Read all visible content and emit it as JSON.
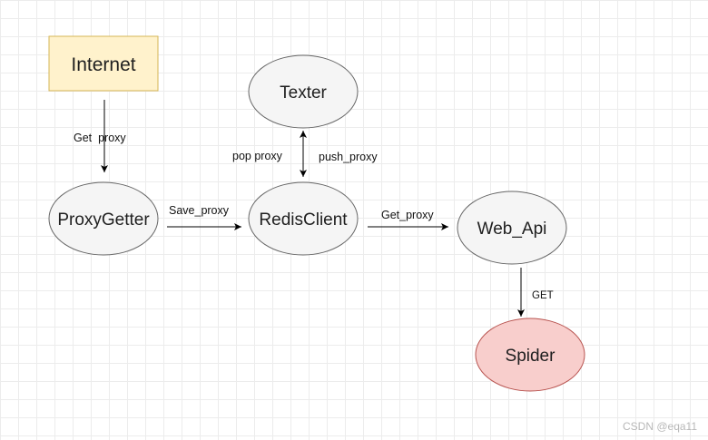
{
  "nodes": {
    "internet": "Internet",
    "texter": "Texter",
    "proxy_getter": "ProxyGetter",
    "redis_client": "RedisClient",
    "web_api": "Web_Api",
    "spider": "Spider"
  },
  "edges": {
    "internet_to_proxygetter": "Get  proxy",
    "proxygetter_to_redis": "Save_proxy",
    "redis_to_texter_left": "pop proxy",
    "redis_to_texter_right": "push_proxy",
    "redis_to_webapi": "Get_proxy",
    "webapi_to_spider": "GET"
  },
  "watermark": "CSDN @eqa11",
  "colors": {
    "ellipse_fill": "#f5f5f5",
    "ellipse_stroke": "#666666",
    "internet_fill": "#fff2cc",
    "internet_stroke": "#d6b656",
    "spider_fill": "#f8cecc",
    "spider_stroke": "#b85450"
  }
}
